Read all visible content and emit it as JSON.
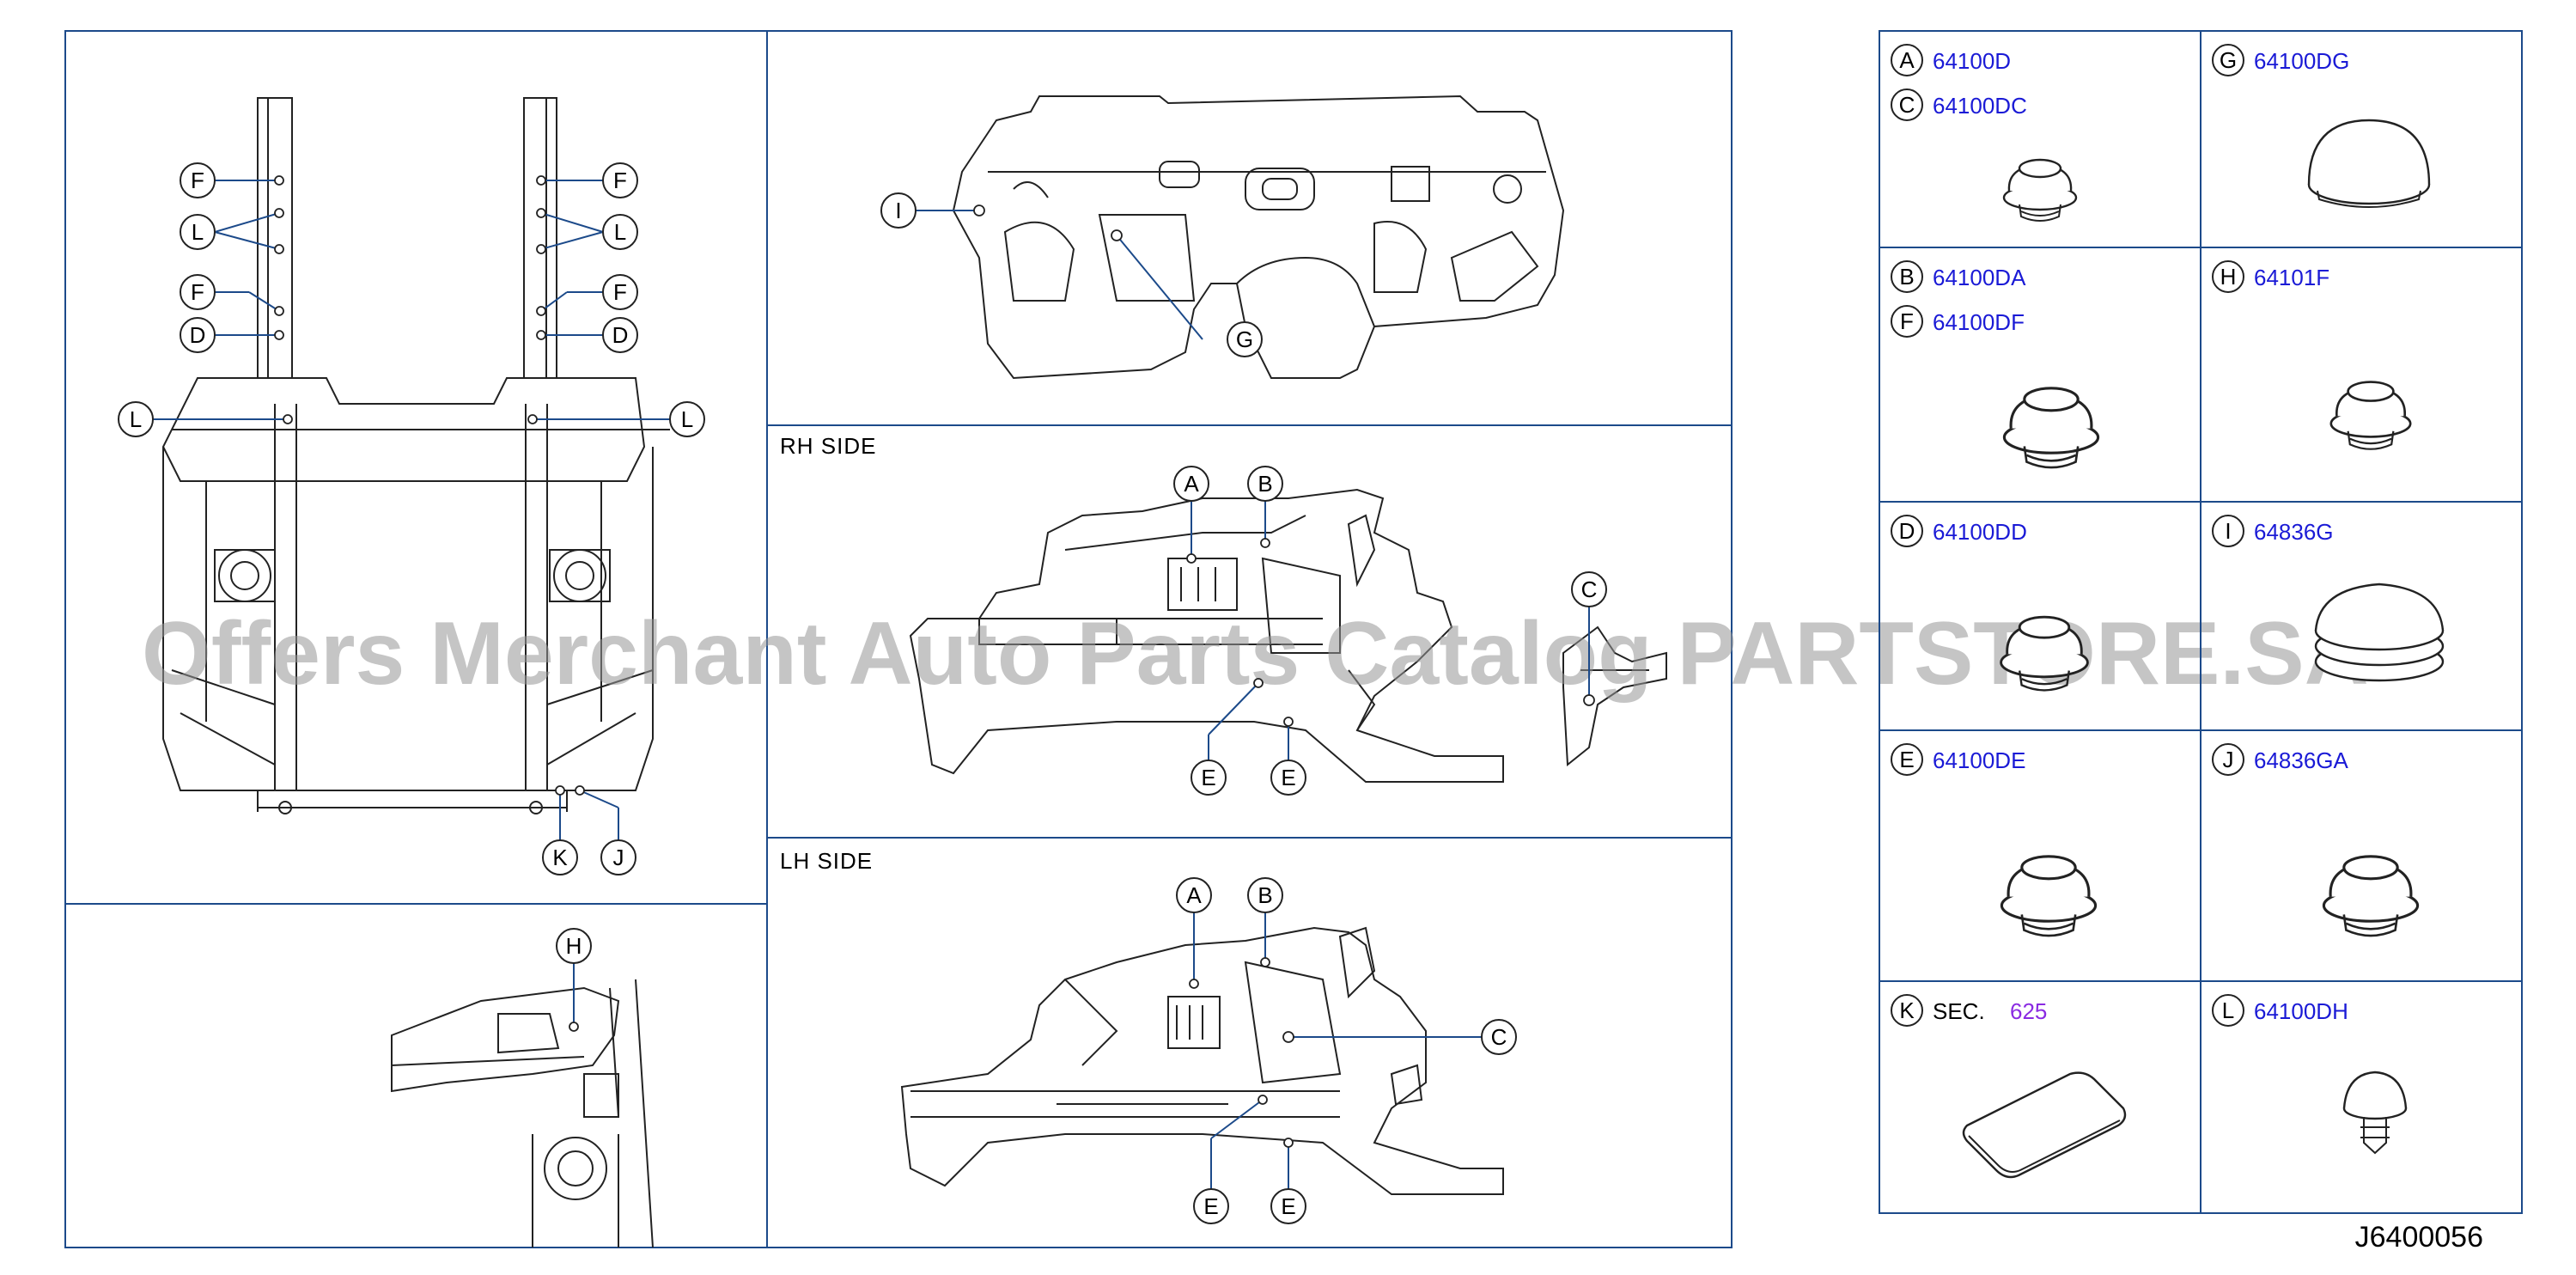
{
  "panels": {
    "rh_side_label": "RH   SIDE",
    "lh_side_label": "LH   SIDE"
  },
  "callouts": {
    "A": "A",
    "B": "B",
    "C": "C",
    "D": "D",
    "E": "E",
    "F": "F",
    "G": "G",
    "H": "H",
    "I": "I",
    "J": "J",
    "K": "K",
    "L": "L"
  },
  "parts_table": [
    {
      "letters": [
        "A",
        "C"
      ],
      "numbers": [
        "64100D",
        "64100DC"
      ]
    },
    {
      "letters": [
        "G"
      ],
      "numbers": [
        "64100DG"
      ]
    },
    {
      "letters": [
        "B",
        "F"
      ],
      "numbers": [
        "64100DA",
        "64100DF"
      ]
    },
    {
      "letters": [
        "H"
      ],
      "numbers": [
        "64101F"
      ]
    },
    {
      "letters": [
        "D"
      ],
      "numbers": [
        "64100DD"
      ]
    },
    {
      "letters": [
        "I"
      ],
      "numbers": [
        "64836G"
      ]
    },
    {
      "letters": [
        "E"
      ],
      "numbers": [
        "64100DE"
      ]
    },
    {
      "letters": [
        "J"
      ],
      "numbers": [
        "64836GA"
      ]
    },
    {
      "letters": [
        "K"
      ],
      "sec_prefix": "SEC.",
      "numbers": [
        "625"
      ]
    },
    {
      "letters": [
        "L"
      ],
      "numbers": [
        "64100DH"
      ]
    }
  ],
  "diagram_code": "J6400056",
  "watermark": "Offers Merchant Auto Parts Catalog PARTSTORE.SA",
  "colors": {
    "part_number": "#1a1ad6",
    "section_ref": "#8a2be2",
    "frame": "#1c4a8a",
    "watermark": "#969696"
  }
}
